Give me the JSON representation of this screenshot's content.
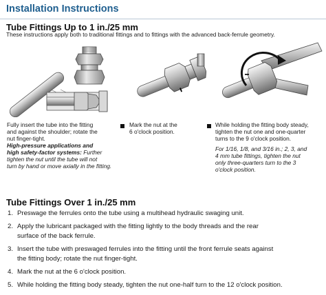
{
  "header": {
    "title": "Installation Instructions"
  },
  "section1": {
    "heading": "Tube Fittings Up to 1 in./25 mm",
    "intro": "These instructions apply both to traditional fittings and to fittings with the advanced back-ferrule geometry.",
    "figures": [
      {
        "caption_lines": [
          "Fully insert the tube into the fitting",
          "and against the shoulder; rotate the",
          "nut finger-tight."
        ],
        "note_heading_lines": [
          "High-pressure applications and",
          "high safety-factor systems:"
        ],
        "note_lines": [
          "Further",
          "tighten the nut until the tube will not",
          "turn by hand or move axially in the fitting."
        ]
      },
      {
        "caption_lines": [
          "Mark the nut at the",
          "6 o'clock position."
        ]
      },
      {
        "caption_lines": [
          "While holding the fitting body steady,",
          "tighten the nut one and one-quarter",
          "turns to the 9 o'clock position."
        ],
        "note_lines": [
          "For 1/16, 1/8, and 3/16 in.; 2, 3, and",
          "4 mm tube fittings, tighten the nut",
          "only three-quarters turn to the 3",
          "o'clock position."
        ]
      }
    ]
  },
  "section2": {
    "heading": "Tube Fittings Over 1 in./25 mm",
    "steps": [
      {
        "num": "1.",
        "line1": "Preswage the ferrules onto the tube using a multihead hydraulic swaging unit.",
        "line2": ""
      },
      {
        "num": "2.",
        "line1": "Apply the lubricant packaged with the fitting lightly to the body threads and the rear",
        "line2": "surface of the back ferrule."
      },
      {
        "num": "3.",
        "line1": "Insert the tube with preswaged ferrules into the fitting until the front ferrule seats  against",
        "line2": "the fitting body; rotate the nut finger-tight."
      },
      {
        "num": "4.",
        "line1": "Mark the nut at the 6 o'clock position.",
        "line2": ""
      },
      {
        "num": "5.",
        "line1": "While holding the fitting body steady, tighten the nut one-half turn to the 12 o'clock position.",
        "line2": ""
      }
    ]
  }
}
